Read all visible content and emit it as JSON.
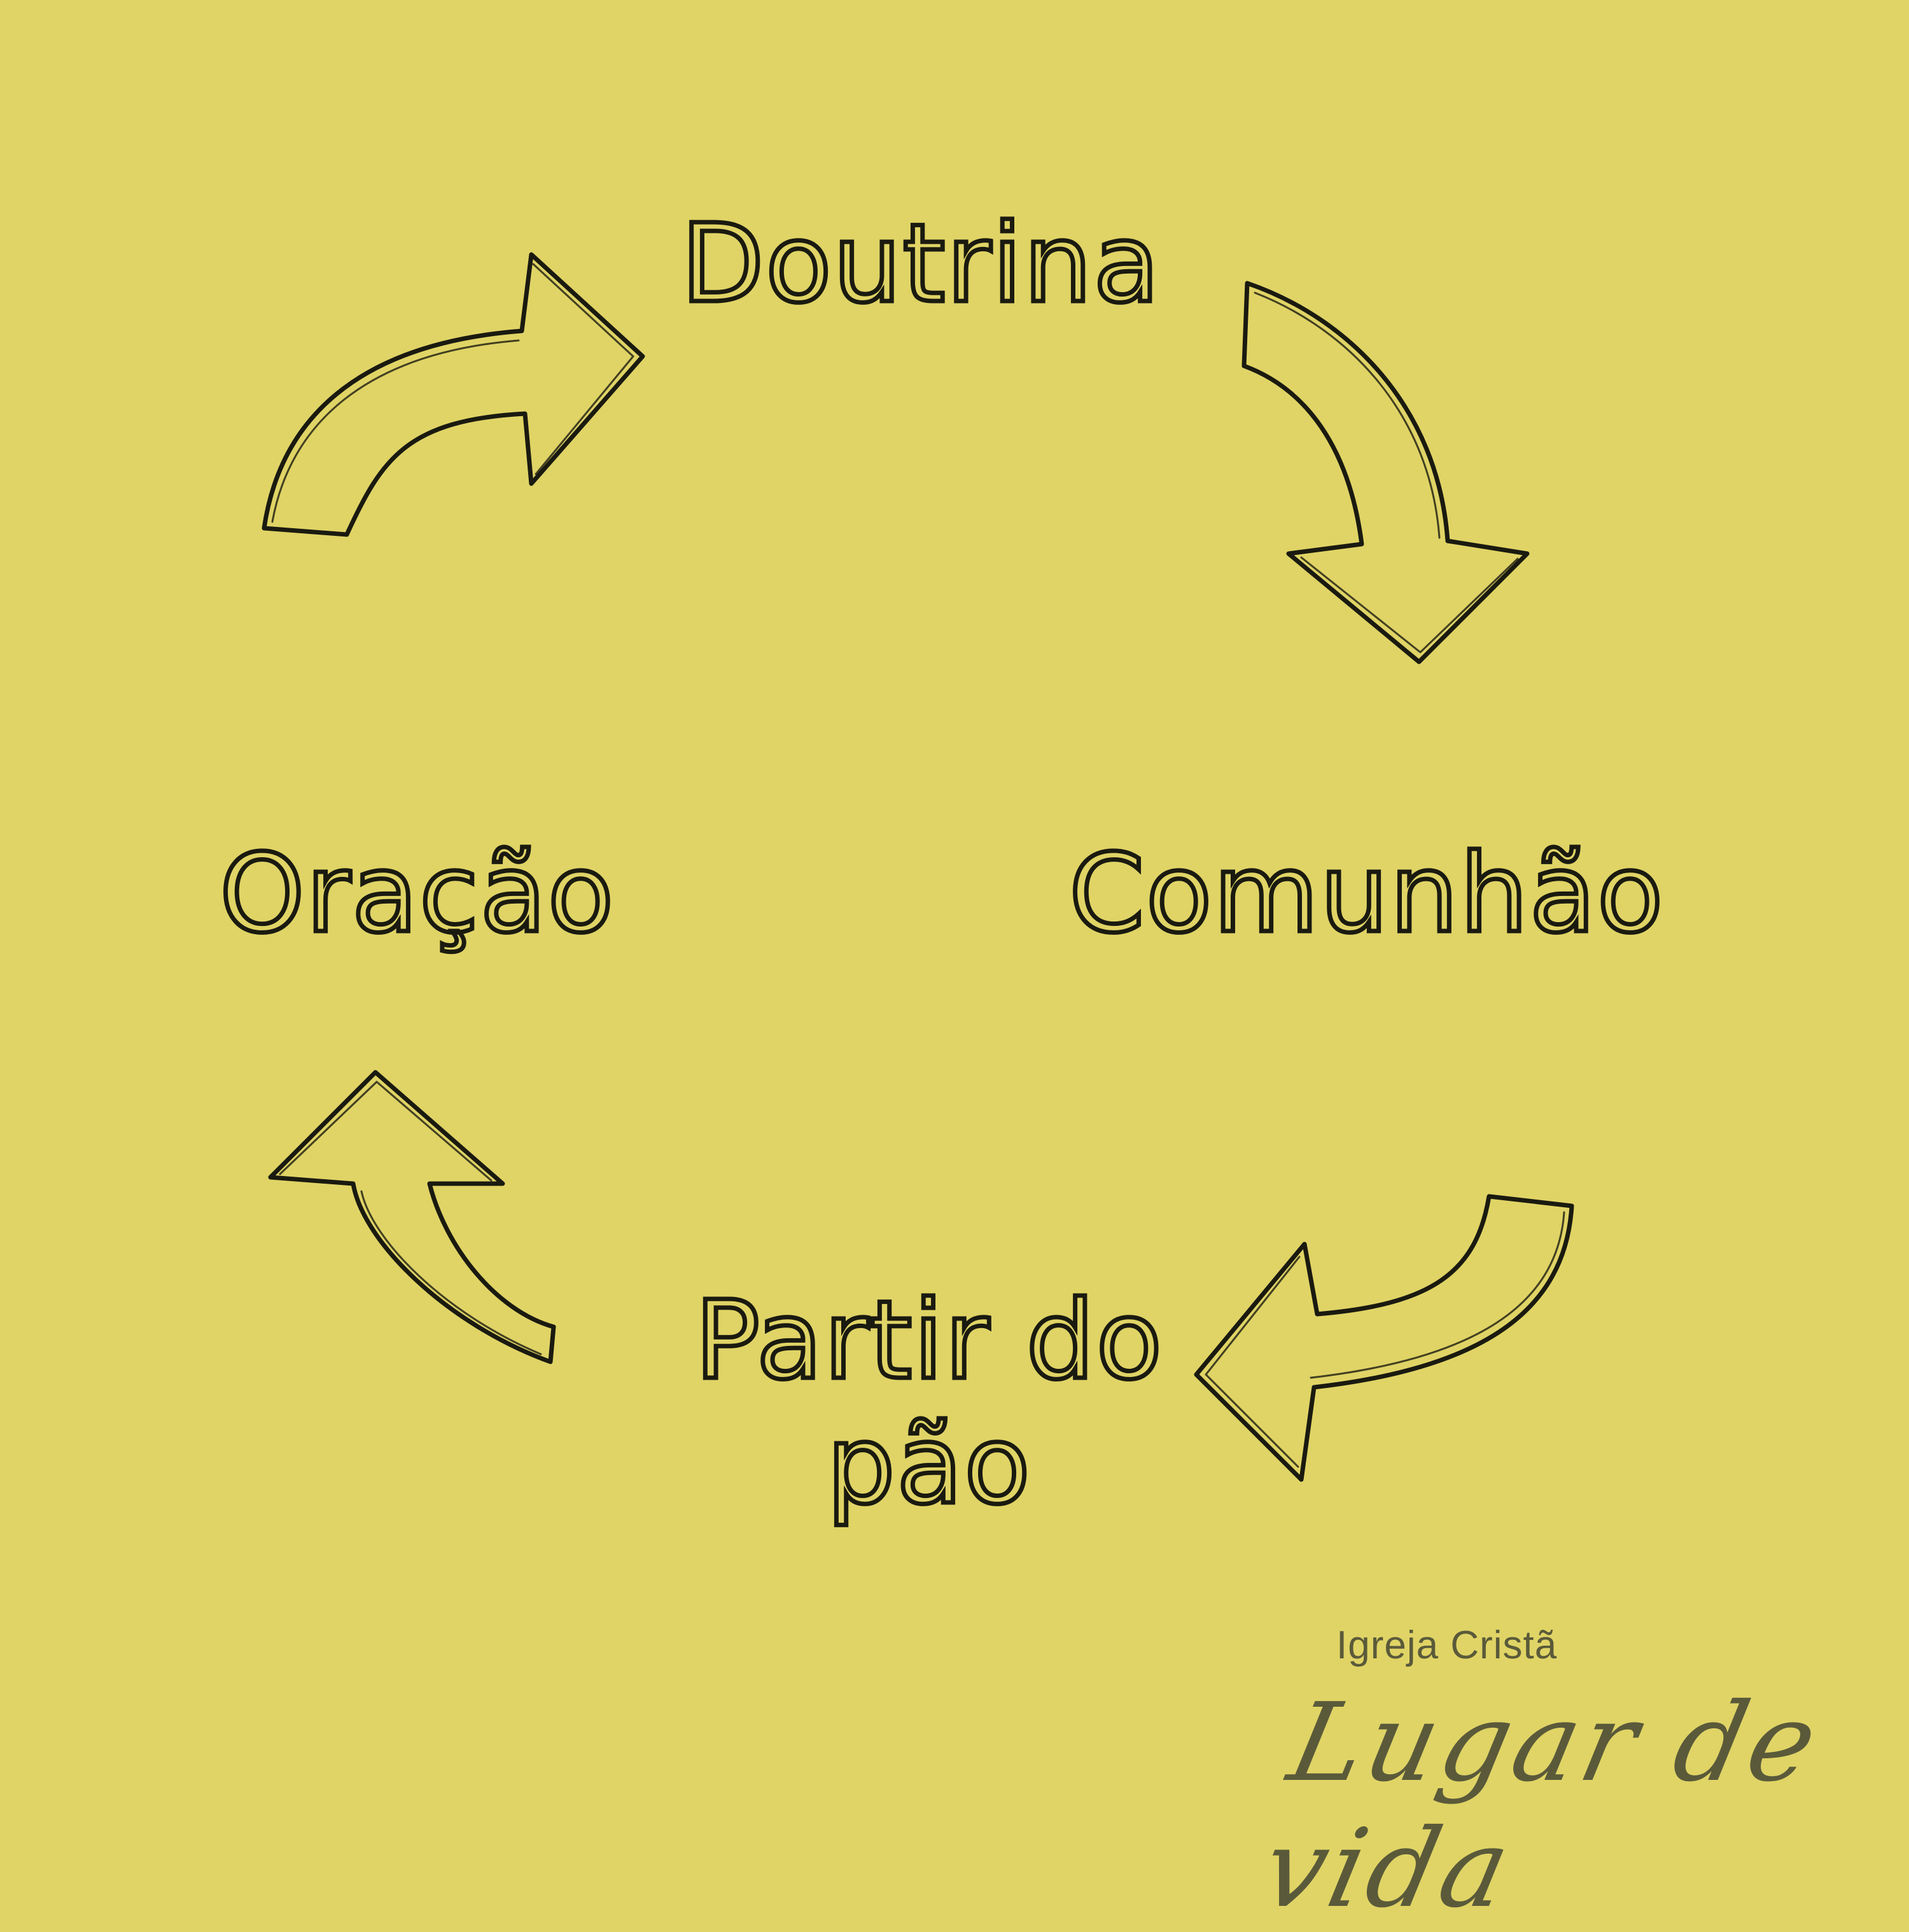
{
  "diagram": {
    "nodes": {
      "top": "Doutrina",
      "right": "Comunhão",
      "bottom": "Partir do pão",
      "left": "Oração"
    }
  },
  "logo": {
    "line1": "Igreja Cristã",
    "line2": "Lugar de vida"
  },
  "colors": {
    "background": "#e0d466",
    "ink": "#1a1a10",
    "logo": "#5a5a3a"
  }
}
